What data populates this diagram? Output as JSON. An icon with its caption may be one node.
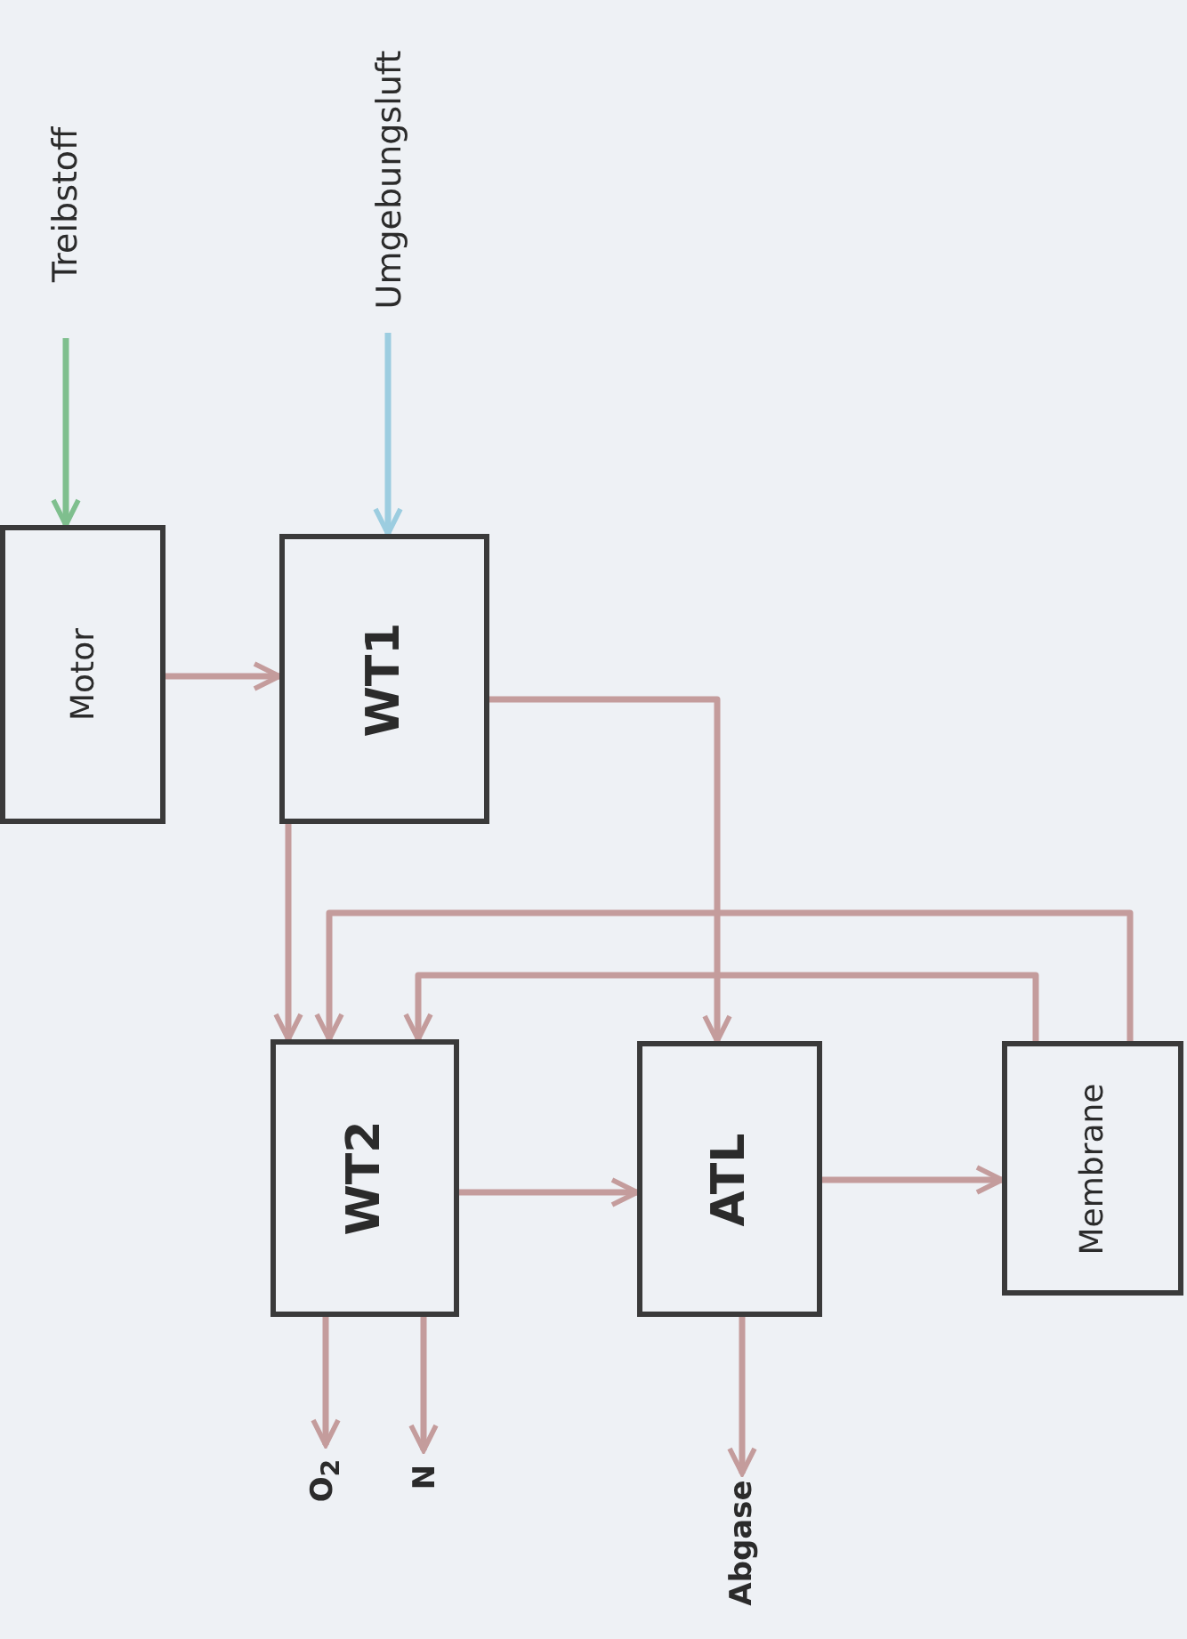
{
  "diagram": {
    "nodes": [
      {
        "text": [
          "Treibstoff"
        ]
      },
      {
        "text": [
          "Umgebungsluft"
        ]
      },
      {
        "text": [
          "Motor"
        ]
      },
      {
        "text": [
          "WT1"
        ]
      },
      {
        "text": [
          "WT2"
        ]
      },
      {
        "text": [
          "ATL"
        ]
      },
      {
        "text": [
          "Membrane"
        ]
      },
      {
        "text": [
          "O$_{2}$"
        ]
      },
      {
        "text": [
          "N"
        ]
      },
      {
        "text": [
          "Abgase"
        ]
      }
    ],
    "edges": [
      {
        "from": 0,
        "to": 2,
        "arrow": "to",
        "color": "#7fbf8e"
      },
      {
        "from": 1,
        "to": 3,
        "arrow": "to",
        "color": "#9ccde0"
      },
      {
        "from": 2,
        "to": 3,
        "arrow": "to"
      },
      {
        "from": 3,
        "to": 5,
        "arrow": "to"
      },
      {
        "from": 3,
        "to": 4,
        "arrow": "to"
      },
      {
        "from": 6,
        "to": 4,
        "arrow": "to"
      },
      {
        "from": 6,
        "to": 4,
        "arrow": "to"
      },
      {
        "from": 4,
        "to": 5,
        "arrow": "to"
      },
      {
        "from": 5,
        "to": 6,
        "arrow": "to"
      },
      {
        "from": 4,
        "to": 7,
        "arrow": "to"
      },
      {
        "from": 4,
        "to": 8,
        "arrow": "to"
      },
      {
        "from": 5,
        "to": 9,
        "arrow": "to"
      }
    ]
  }
}
